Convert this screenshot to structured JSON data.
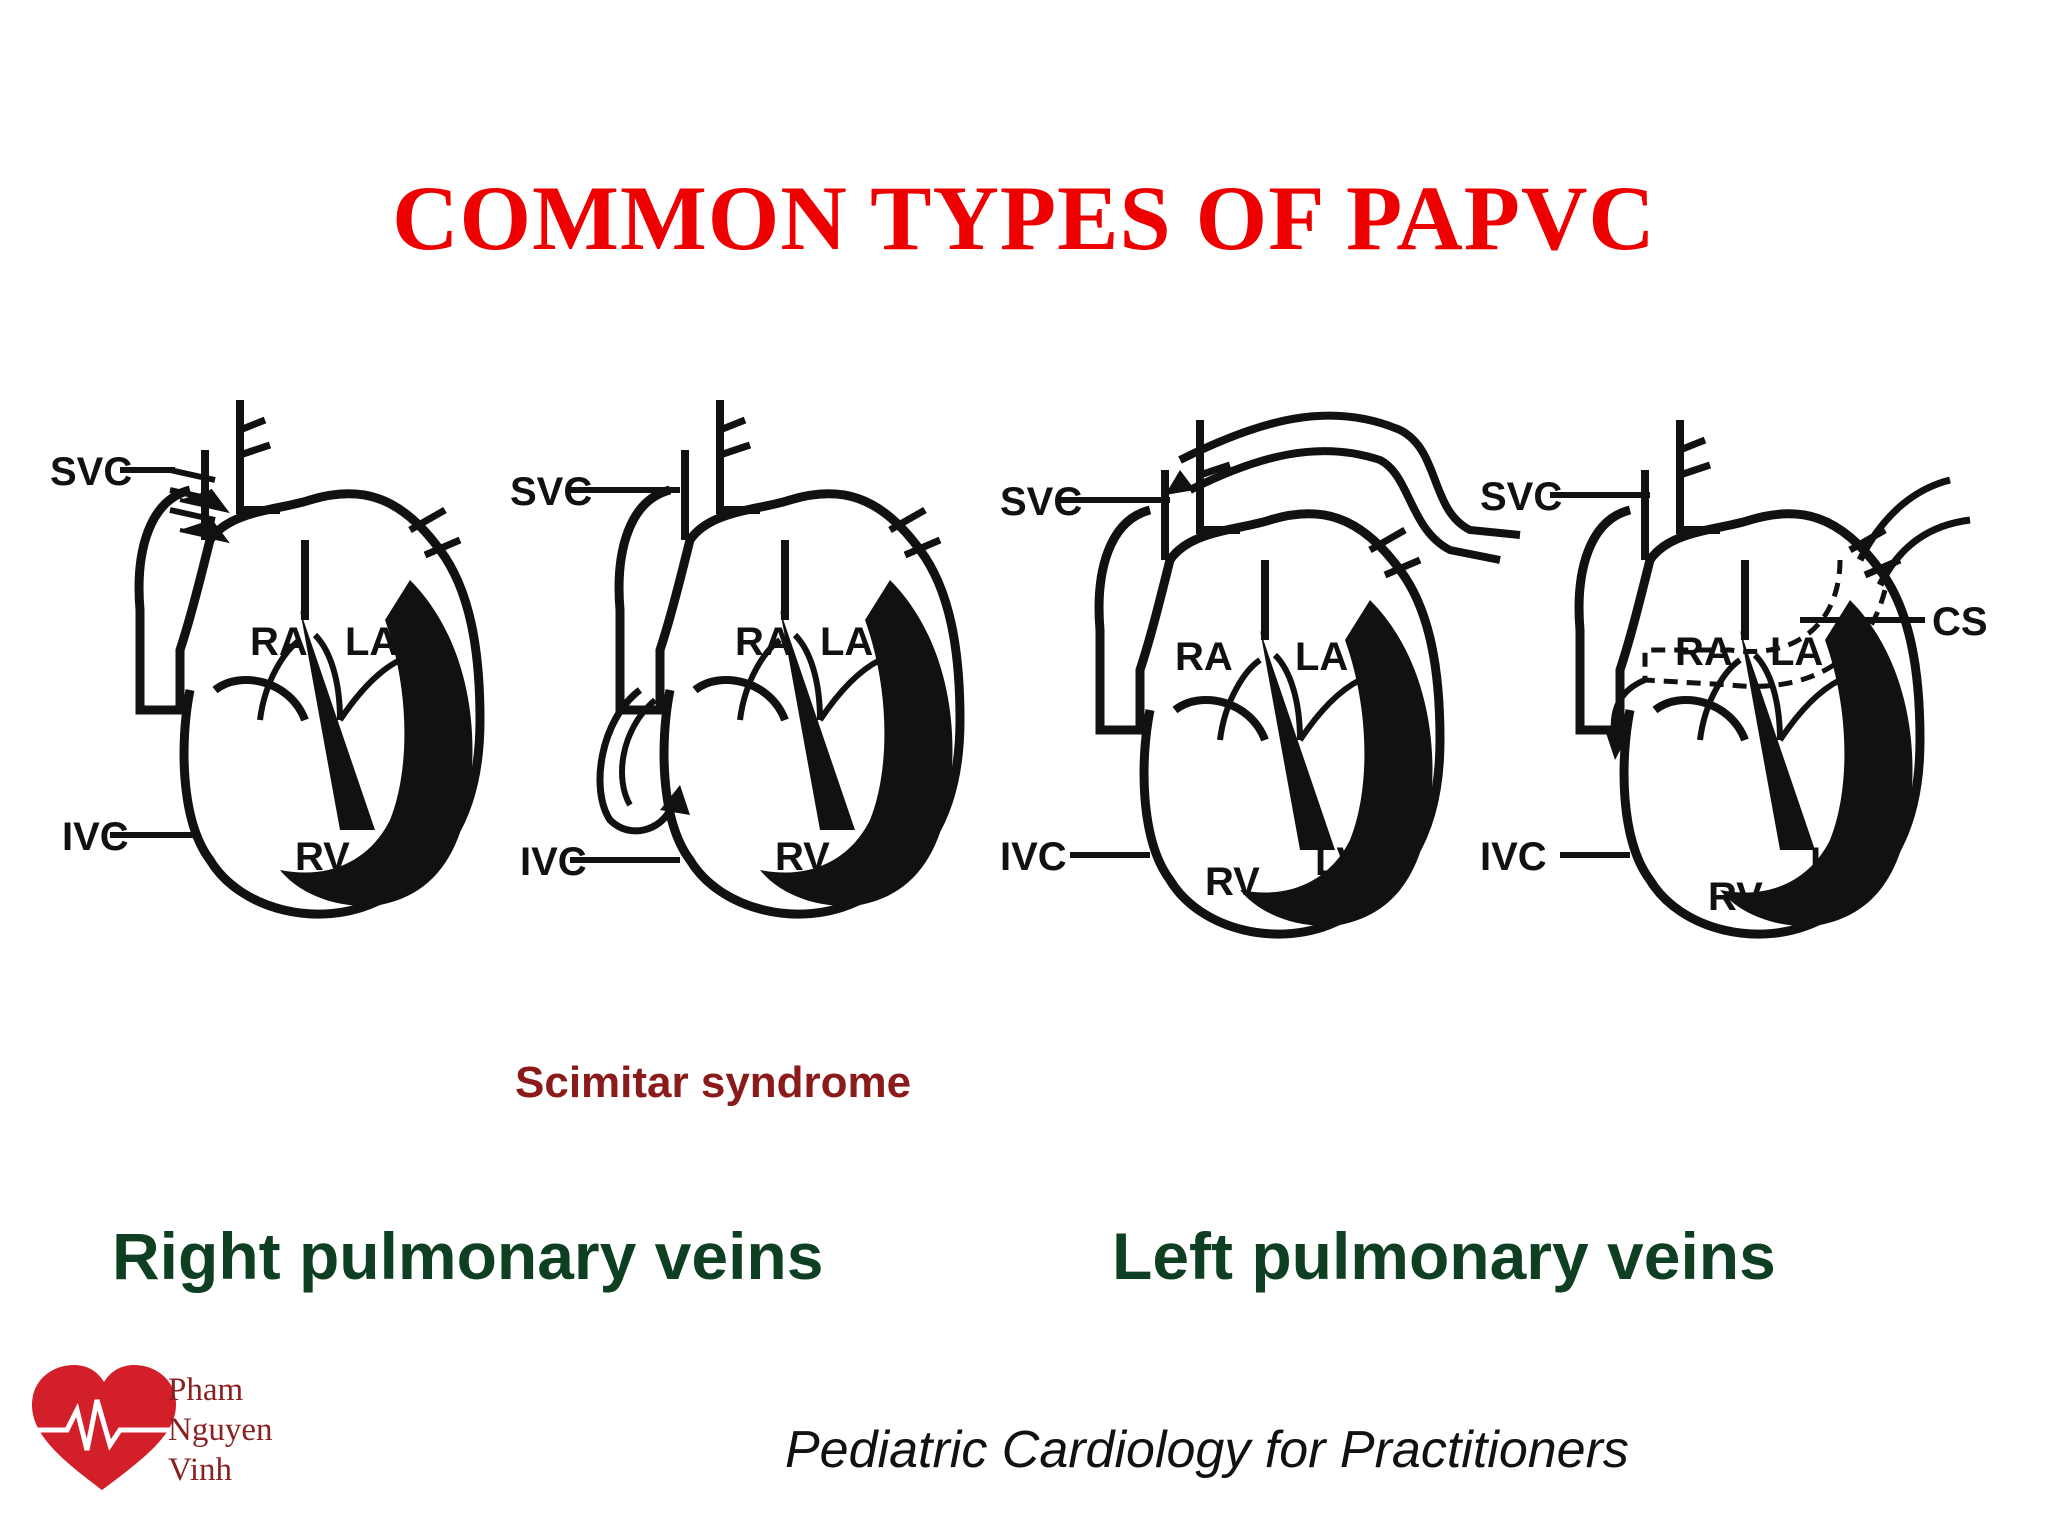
{
  "slide": {
    "title": "COMMON TYPES OF PAPVC",
    "diagram_labels": {
      "svc": "SVC",
      "ivc": "IVC",
      "ra": "RA",
      "la": "LA",
      "rv": "RV",
      "lv": "LV",
      "cs": "CS"
    },
    "caption_scimitar": "Scimitar syndrome",
    "group_right": "Right pulmonary veins",
    "group_left": "Left pulmonary veins",
    "logo": {
      "line1": "Pham",
      "line2": "Nguyen",
      "line3": "Vinh",
      "icon": "heart-ecg-icon"
    },
    "footer": "Pediatric Cardiology for Practitioners"
  }
}
